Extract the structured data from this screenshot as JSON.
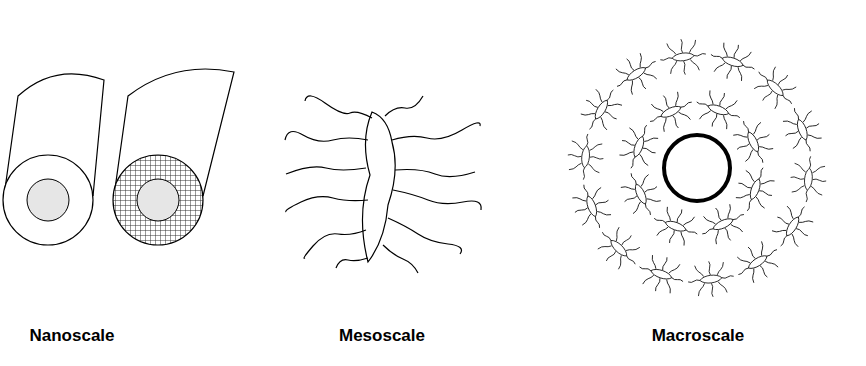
{
  "diagram": {
    "labels": [
      "Nanoscale",
      "Mesoscale",
      "Macroscale"
    ]
  }
}
